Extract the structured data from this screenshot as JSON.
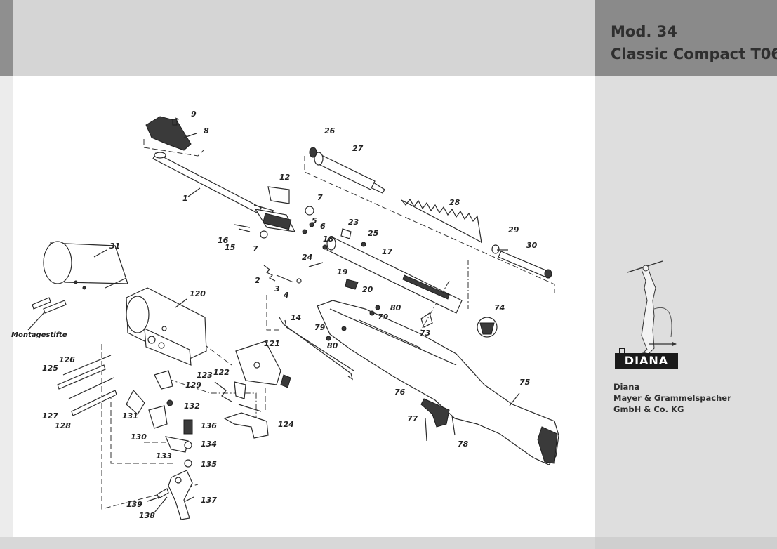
{
  "header": {
    "model_line": "Mod. 34",
    "name_line": "Classic Compact T06"
  },
  "brand": {
    "logo_text": "DIANA",
    "company_lines": [
      "Diana",
      "Mayer & Grammelspacher",
      "GmbH & Co. KG"
    ]
  },
  "diagram": {
    "callouts": {
      "p1": "1",
      "p2": "2",
      "p3": "3",
      "p4": "4",
      "p5": "5",
      "p6": "6",
      "p7a": "7",
      "p7b": "7",
      "p8": "8",
      "p9": "9",
      "p12": "12",
      "p14": "14",
      "p15": "15",
      "p16": "16",
      "p17": "17",
      "p18": "18",
      "p19": "19",
      "p20": "20",
      "p23": "23",
      "p24": "24",
      "p25": "25",
      "p26": "26",
      "p27": "27",
      "p28": "28",
      "p29": "29",
      "p30": "30",
      "p31": "31",
      "p73": "73",
      "p74": "74",
      "p75": "75",
      "p76": "76",
      "p77": "77",
      "p78": "78",
      "p79a": "79",
      "p79b": "79",
      "p80a": "80",
      "p80b": "80",
      "p120": "120",
      "p121": "121",
      "p122": "122",
      "p123": "123",
      "p124": "124",
      "p125": "125",
      "p126": "126",
      "p127": "127",
      "p128": "128",
      "p129": "129",
      "p130": "130",
      "p131": "131",
      "p132": "132",
      "p133": "133",
      "p134": "134",
      "p135": "135",
      "p136": "136",
      "p137": "137",
      "p138": "138",
      "p139": "139"
    },
    "montage_label": "Montagestifte"
  }
}
